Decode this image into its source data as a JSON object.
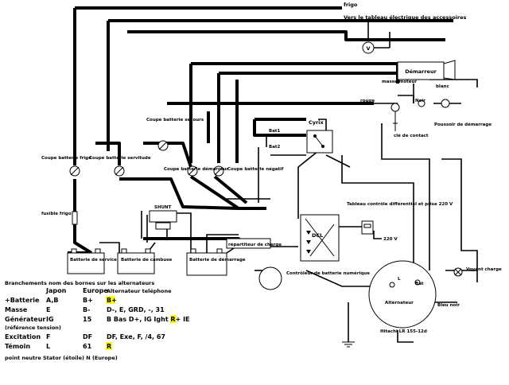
{
  "labels": {
    "frigo_top": "frigo",
    "tableau": "Vers le tableau électrique des accessoires",
    "voltmetre": "V",
    "demarreur": "Démarreur",
    "masse_moteur": "masse moteur",
    "blanc": "blanc",
    "rouge": "rouge",
    "noir": "Noir",
    "cle_contact": "clé de contact",
    "poussoir": "Poussoir de démarrage",
    "cyrix": "Cyrix",
    "bat1": "Bat1",
    "bat2": "Bat2",
    "coupe_frigo": "Coupe batterie frigo",
    "coupe_servitude": "Coupe batterie servitude",
    "coupe_secours": "Coupe batterie secours",
    "coupe_demarreur": "Coupe batterie démarreur",
    "coupe_negatif": "Coupe batterie négatif",
    "fusible": "fusible frigo",
    "shunt": "SHUNT",
    "bat_service": "Batterie de service",
    "bat_cambuse": "Batterie de cambuse",
    "bat_demarrage": "Batterie de démarrage",
    "repartiteur": "répartiteur de charge",
    "compteur": "Contrôleur de batterie numérique",
    "dcl": "DCL",
    "tableau_secteur": "Tableau contrôle différentiel et prise 220 V",
    "v220": "220 V",
    "voyant": "Voyant charge",
    "alternateur": "Alternateur",
    "bat_term": "Bat",
    "l_term": "L",
    "alt_model": "Hitachi LR 155-12d",
    "bleu_noir": "Bleu noir",
    "plus": "+",
    "minus": "-"
  },
  "legend": {
    "title": "Branchements nom des bornes sur les alternateurs",
    "headers": [
      "Japon",
      "Europe",
      "Alternateur teléphone"
    ],
    "rows": [
      {
        "name": "+Batterie",
        "japon": "A,B",
        "europe": "B+",
        "alt": "B+"
      },
      {
        "name": "Masse",
        "japon": "E",
        "europe": "B-",
        "alt": "D-, E, GRD, -, 31"
      },
      {
        "name": "Générateur",
        "japon": "IG",
        "europe": "15",
        "alt": "B Bas D+, IG Ight R+ IE"
      },
      {
        "name": "Excitation",
        "japon": "F",
        "europe": "DF",
        "alt": "DF, Exe, F, /4, 67"
      },
      {
        "name": "Témoin",
        "japon": "L",
        "europe": "61",
        "alt": "R"
      }
    ],
    "note_ref": "(référence tension)",
    "footer": "point neutre Stator (étoile) N (Europe)"
  }
}
